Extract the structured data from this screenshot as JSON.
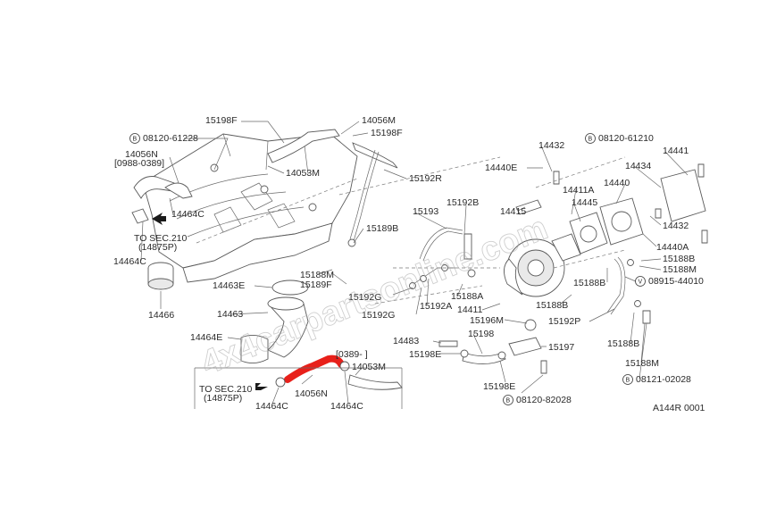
{
  "diagram": {
    "code": "A144R 0001",
    "watermark": "4x4carpartsonline.com",
    "highlight_color": "#e8201a",
    "line_color": "#6a6a6a",
    "labels": [
      {
        "id": "l1",
        "text": "15198F"
      },
      {
        "id": "l2",
        "text": "14056M"
      },
      {
        "id": "l3",
        "text": "15198F"
      },
      {
        "id": "l4",
        "text": "08120-61228"
      },
      {
        "id": "l5",
        "text": "14056N"
      },
      {
        "id": "l6",
        "text": "[0988-0389]"
      },
      {
        "id": "l7",
        "text": "14053M"
      },
      {
        "id": "l8",
        "text": "15192R"
      },
      {
        "id": "l9",
        "text": "14464C"
      },
      {
        "id": "l10",
        "text": "TO SEC.210"
      },
      {
        "id": "l11",
        "text": "(14875P)"
      },
      {
        "id": "l12",
        "text": "14464C"
      },
      {
        "id": "l13",
        "text": "14466"
      },
      {
        "id": "l14",
        "text": "14463E"
      },
      {
        "id": "l15",
        "text": "15189B"
      },
      {
        "id": "l16",
        "text": "15188M"
      },
      {
        "id": "l17",
        "text": "15189F"
      },
      {
        "id": "l18",
        "text": "15192G"
      },
      {
        "id": "l19",
        "text": "15192A"
      },
      {
        "id": "l20",
        "text": "15192G"
      },
      {
        "id": "l21",
        "text": "15188A"
      },
      {
        "id": "l22",
        "text": "15193"
      },
      {
        "id": "l23",
        "text": "15192B"
      },
      {
        "id": "l24",
        "text": "14463"
      },
      {
        "id": "l25",
        "text": "14464E"
      },
      {
        "id": "l26",
        "text": "14483"
      },
      {
        "id": "l27",
        "text": "15198E"
      },
      {
        "id": "l28",
        "text": "15198"
      },
      {
        "id": "l29",
        "text": "[0389-      ]"
      },
      {
        "id": "l30",
        "text": "14053M"
      },
      {
        "id": "l31",
        "text": "TO SEC.210"
      },
      {
        "id": "l32",
        "text": "(14875P)"
      },
      {
        "id": "l33",
        "text": "14056N"
      },
      {
        "id": "l34",
        "text": "14464C"
      },
      {
        "id": "l35",
        "text": "14464C"
      },
      {
        "id": "l36",
        "text": "14432"
      },
      {
        "id": "l37",
        "text": "14440E"
      },
      {
        "id": "l38",
        "text": "14411A"
      },
      {
        "id": "l39",
        "text": "14415"
      },
      {
        "id": "l40",
        "text": "14445"
      },
      {
        "id": "l41",
        "text": "08120-61210"
      },
      {
        "id": "l42",
        "text": "14441"
      },
      {
        "id": "l43",
        "text": "14434"
      },
      {
        "id": "l44",
        "text": "14440"
      },
      {
        "id": "l45",
        "text": "14432"
      },
      {
        "id": "l46",
        "text": "14440A"
      },
      {
        "id": "l47",
        "text": "15188B"
      },
      {
        "id": "l48",
        "text": "15188M"
      },
      {
        "id": "l49",
        "text": "08915-44010"
      },
      {
        "id": "l50",
        "text": "15188B"
      },
      {
        "id": "l51",
        "text": "15188B"
      },
      {
        "id": "l52",
        "text": "15192P"
      },
      {
        "id": "l53",
        "text": "14411"
      },
      {
        "id": "l54",
        "text": "15196M"
      },
      {
        "id": "l55",
        "text": "15197"
      },
      {
        "id": "l56",
        "text": "15188B"
      },
      {
        "id": "l57",
        "text": "15188M"
      },
      {
        "id": "l58",
        "text": "08121-02028"
      },
      {
        "id": "l59",
        "text": "15198E"
      },
      {
        "id": "l60",
        "text": "08120-82028"
      }
    ],
    "circle_markers": [
      {
        "id": "c1",
        "letter": "B"
      },
      {
        "id": "c2",
        "letter": "B"
      },
      {
        "id": "c3",
        "letter": "V"
      },
      {
        "id": "c4",
        "letter": "B"
      },
      {
        "id": "c5",
        "letter": "B"
      }
    ]
  }
}
